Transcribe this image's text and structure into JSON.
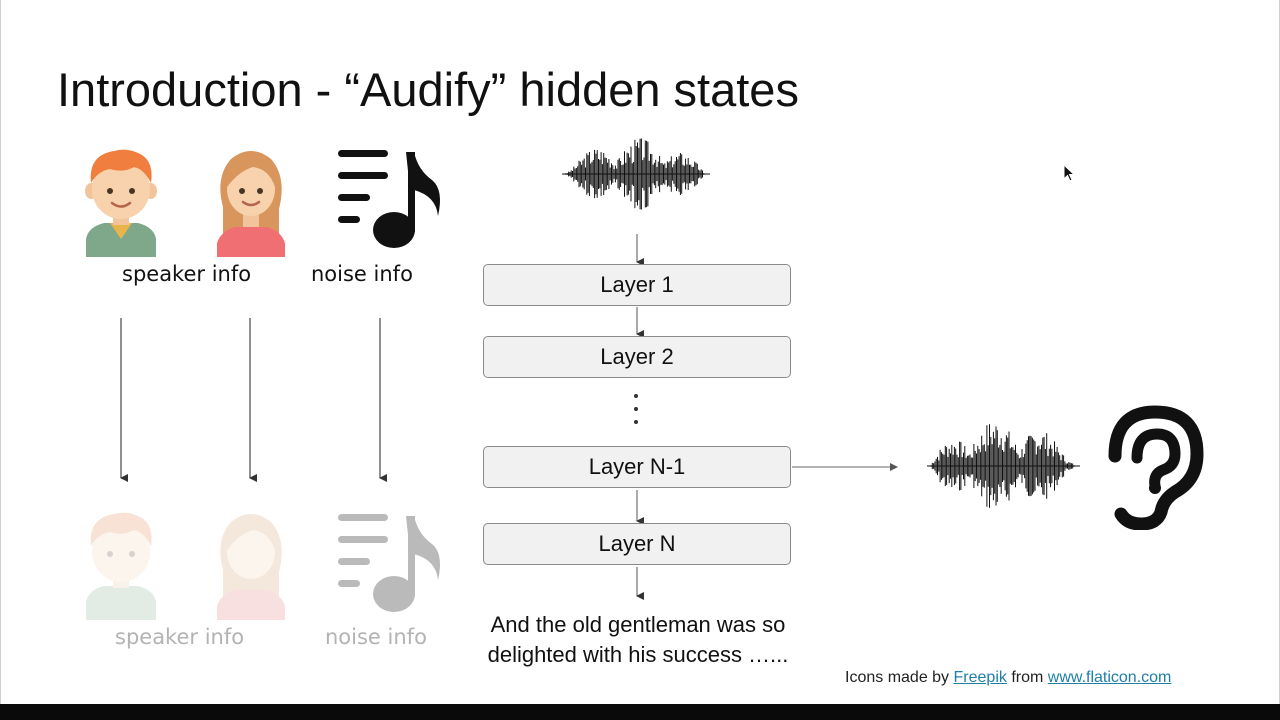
{
  "title": "Introduction - “Audify” hidden states",
  "inputs": {
    "speaker_label": "speaker info",
    "noise_label": "noise info"
  },
  "outputs": {
    "speaker_label": "speaker info",
    "noise_label": "noise info"
  },
  "layers": [
    "Layer 1",
    "Layer 2",
    "Layer N-1",
    "Layer N"
  ],
  "transcript": {
    "line1": "And the old gentleman was so",
    "line2": "delighted with his success …..."
  },
  "credit": {
    "prefix": "Icons made by",
    "author": "Freepik",
    "middle": "from",
    "site": "www.flaticon.com"
  },
  "icons": [
    "boy-avatar-icon",
    "girl-avatar-icon",
    "music-note-icon",
    "waveform-icon",
    "ear-icon"
  ],
  "colors": {
    "link": "#1f7fa6",
    "layer_fill": "#f1f1f1",
    "boy_hair": "#f07e3e",
    "girl_hair": "#d8955c"
  }
}
